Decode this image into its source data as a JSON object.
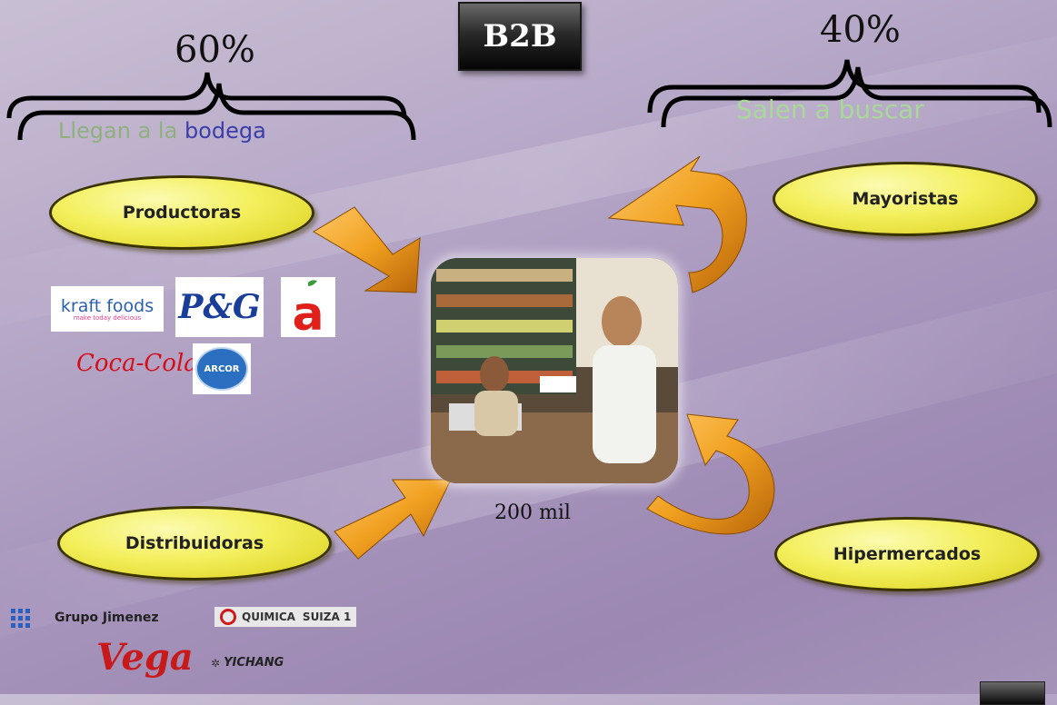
{
  "header": {
    "badge": "B2B"
  },
  "left_group": {
    "percent": "60%",
    "label_part1": "Llegan a la",
    "label_part2": "bodega"
  },
  "right_group": {
    "percent": "40%",
    "label": "Salen a buscar"
  },
  "nodes": {
    "productoras": "Productoras",
    "distribuidoras": "Distribuidoras",
    "mayoristas": "Mayoristas",
    "hipermercados": "Hipermercados"
  },
  "center": {
    "caption": "200 mil"
  },
  "producer_logos": {
    "kraft": "kraft foods",
    "kraft_tagline": "make today delicious",
    "pg": "P&G",
    "alicorp": "a",
    "cocacola": "Coca-Cola",
    "arcor": "ARCOR"
  },
  "distributor_logos": {
    "jimenez": "Grupo Jimenez",
    "quimica": "QUIMICA",
    "suiza": "SUIZA 1",
    "vega": "Vega",
    "yichang": "YICHANG"
  },
  "colors": {
    "node_fill": "#f3ef5c",
    "arrow": "#f0a020",
    "label_green": "#8fb07e",
    "label_blue": "#3b3ea8"
  }
}
